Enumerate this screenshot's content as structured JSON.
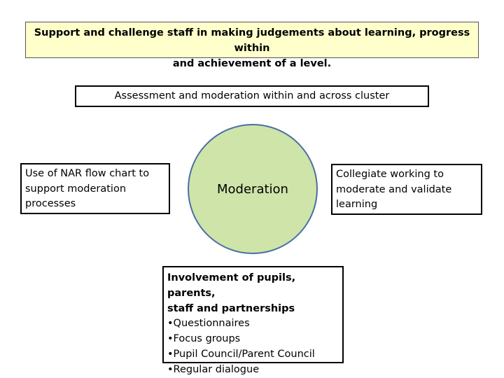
{
  "top_box": {
    "line1": "Support and challenge staff in making judgements about learning, progress within",
    "line2": "and achievement of a level."
  },
  "middle_box": {
    "text": "Assessment and moderation within and across cluster"
  },
  "left_box": {
    "lines": [
      "Use of NAR flow chart to",
      "support moderation",
      "processes"
    ]
  },
  "center_circle": {
    "label": "Moderation"
  },
  "right_box": {
    "lines": [
      "Collegiate working to",
      "moderate and validate",
      "learning"
    ]
  },
  "bottom_box": {
    "heading_lines": [
      "Involvement of pupils, parents,",
      "staff and partnerships"
    ],
    "bullets": [
      "•Questionnaires",
      "•Focus groups",
      "•Pupil Council/Parent Council",
      "•Regular dialogue"
    ]
  },
  "colors": {
    "top_box_fill": "#ffffcc",
    "circle_fill": "#cfe4a8",
    "circle_border": "#4a6fa5"
  }
}
